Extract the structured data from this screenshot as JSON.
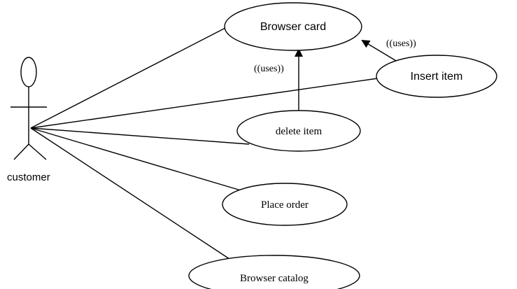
{
  "diagram": {
    "actor": {
      "label": "customer",
      "icon": "stick-figure-icon"
    },
    "use_cases": {
      "browser_card": "Browser card",
      "insert_item": "Insert item",
      "delete_item": "delete item",
      "place_order": "Place order",
      "browser_catalog": "Browser catalog"
    },
    "relationships": {
      "delete_uses": "((uses))",
      "insert_uses": "((uses))"
    },
    "colors": {
      "line": "#000000",
      "background": "#ffffff"
    }
  }
}
